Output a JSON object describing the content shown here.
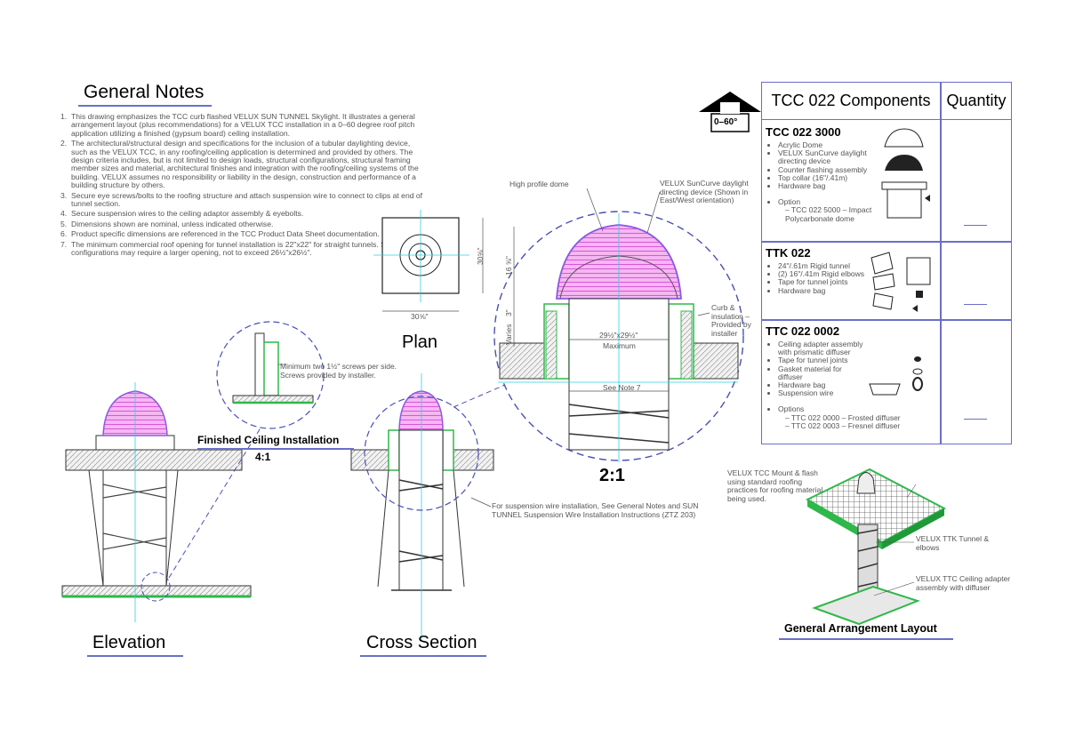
{
  "general_notes": {
    "title": "General Notes",
    "items": [
      {
        "num": "1.",
        "text": "This drawing emphasizes the TCC curb flashed VELUX SUN TUNNEL Skylight. It illustrates a general arrangement layout (plus recommendations) for a VELUX TCC installation in a 0–60 degree roof pitch application utilizing a finished (gypsum board) ceiling installation."
      },
      {
        "num": "2.",
        "text": "The architectural/structural design and specifications for the inclusion of a tubular daylighting device, such as the VELUX TCC, in any roofing/ceiling application is determined and provided by others. The design criteria includes, but is not limited to design loads, structural configurations, structural framing member sizes and material, architectural finishes and integration with the roofing/ceiling systems of the building. VELUX assumes no responsibility or liability in the design, construction and performance of a building structure by others."
      },
      {
        "num": "3.",
        "text": "Secure eye screws/bolts to the roofing structure and attach suspension wire to connect to clips at end of tunnel section."
      },
      {
        "num": "4.",
        "text": "Secure suspension wires to the ceiling adaptor assembly & eyebolts."
      },
      {
        "num": "5.",
        "text": "Dimensions shown are nominal, unless indicated otherwise."
      },
      {
        "num": "6.",
        "text": "Product specific dimensions are referenced in the TCC Product Data Sheet documentation."
      },
      {
        "num": "7.",
        "text": "The minimum commercial roof opening for tunnel installation is 22\"x22\" for straight tunnels. Some tunnel configurations may require a larger opening, not to exceed 26½\"x26½\"."
      }
    ]
  },
  "pitch_badge": "0–60°",
  "views": {
    "plan": "Plan",
    "plan_dim_w": "30⅝\"",
    "plan_dim_h": "30⅝\"",
    "elevation": "Elevation",
    "cross_section": "Cross Section",
    "finished_ceiling": "Finished Ceiling Installation",
    "finished_ceiling_scale": "4:1",
    "detail_scale": "2:1",
    "general_arrangement": "General Arrangement Layout"
  },
  "callouts": {
    "screws": "Minimum two 1½\" screws per side. Screws provided by installer.",
    "high_profile_dome": "High profile dome",
    "suncurve": "VELUX SunCurve daylight directing device (Shown in East/West orientation)",
    "curb": "Curb & insulation – Provided by installer",
    "max_dim": "29½\"x29½\"",
    "max_label": "Maximum",
    "see_note": "See Note 7",
    "dim_16": "16 ⅝\"",
    "dim_3": "3\"",
    "dim_varies": "Varies",
    "suspension": "For suspension wire installation, See General Notes and SUN TUNNEL Suspension Wire Installation Instructions (ZTZ 203)",
    "ga_tcc": "VELUX TCC Mount & flash using standard roofing practices for roofing material being used.",
    "ga_ttk": "VELUX TTK Tunnel & elbows",
    "ga_ttc": "VELUX TTC Ceiling adapter assembly with diffuser"
  },
  "components_table": {
    "col_components": "TCC 022 Components",
    "col_quantity": "Quantity",
    "sections": [
      {
        "title": "TCC 022 3000",
        "items": [
          "Acrylic Dome",
          "VELUX SunCurve daylight directing device",
          "Counter flashing assembly",
          "Top collar (16\"/.41m)",
          "Hardware bag",
          "",
          "Option",
          "– TCC 022 5000 – Impact Polycarbonate dome"
        ]
      },
      {
        "title": "TTK 022",
        "items": [
          "24\"/.61m Rigid tunnel",
          "(2) 16\"/.41m Rigid elbows",
          "Tape for tunnel joints",
          "Hardware bag"
        ]
      },
      {
        "title": "TTC 022 0002",
        "items": [
          "Ceiling adapter assembly with prismatic diffuser",
          "Tape for tunnel joints",
          "Gasket material for diffuser",
          "Hardware bag",
          "Suspension wire",
          "",
          "Options",
          "– TTC 022 0000 – Frosted diffuser",
          "– TTC 022 0003 – Fresnel diffuser"
        ]
      }
    ]
  },
  "colors": {
    "accent": "#6a6fc8",
    "dome": "#e060e0",
    "flash": "#2fb84a",
    "cyan": "#2fd0e0"
  }
}
